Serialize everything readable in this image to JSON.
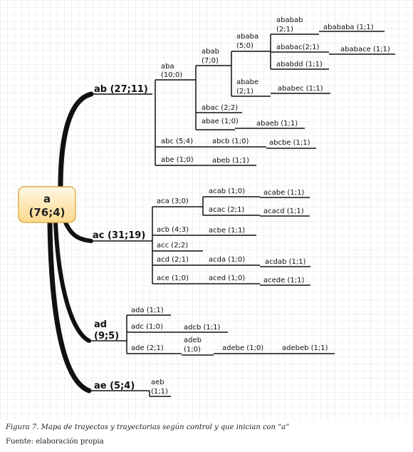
{
  "root": {
    "line1": "a",
    "line2": "(76;4)"
  },
  "branches": {
    "ab": "ab (27;11)",
    "ac": "ac (31;19)",
    "ad_1": "ad",
    "ad_2": "(9;5)",
    "ae": "ae (5;4)"
  },
  "nodes": {
    "aba_1": "aba",
    "aba_2": "(10;0)",
    "abab_1": "abab",
    "abab_2": "(7;0)",
    "ababa_1": "ababa",
    "ababa_2": "(5;0)",
    "ababab_1": "ababab",
    "ababab_2": "(2;1)",
    "abababa": "abababa (1;1)",
    "ababac": "ababac(2;1)",
    "ababace": "ababace (1;1)",
    "ababdd": "ababdd (1;1)",
    "ababe_1": "ababe",
    "ababe_2": "(2;1)",
    "ababec": "ababec (1;1)",
    "abac": "abac (2;2)",
    "abae": "abae (1;0)",
    "abaeb": "abaeb (1;1)",
    "abc": "abc (5;4)",
    "abcb": "abcb (1;0)",
    "abcbe": "abcbe (1;1)",
    "abe": "abe (1;0)",
    "abeb": "abeb (1;1)",
    "aca": "aca (3;0)",
    "acab": "acab (1;0)",
    "acabe": "acabe (1;1)",
    "acac": "acac (2;1)",
    "acacd": "acacd (1;1)",
    "acb": "acb (4;3)",
    "acbe": "acbe (1;1)",
    "acc": "acc (2;2)",
    "acd": "acd (2;1)",
    "acda": "acda (1;0)",
    "acdab": "acdab (1;1)",
    "ace": "ace (1;0)",
    "aced": "aced (1;0)",
    "acede": "acede (1;1)",
    "ada": "ada (1;1)",
    "adc": "adc (1;0)",
    "adcb": "adcb (1;1)",
    "ade": "ade (2;1)",
    "adeb_1": "adeb",
    "adeb_2": "(1;0)",
    "adebe": "adebe (1;0)",
    "adebeb": "adebeb (1;1)",
    "aeb_1": "aeb",
    "aeb_2": "(1;1)"
  },
  "caption": "Figura 7. Mapa de trayectos y trayectorias según control y que inician con “a”",
  "source": "Fuente: elaboración propia",
  "colors": {
    "grid": "#e4e4e4",
    "root_fill_top": "#fff8e6",
    "root_fill_bottom": "#fbd88c",
    "root_border": "#e0b04a",
    "line": "#111111"
  }
}
